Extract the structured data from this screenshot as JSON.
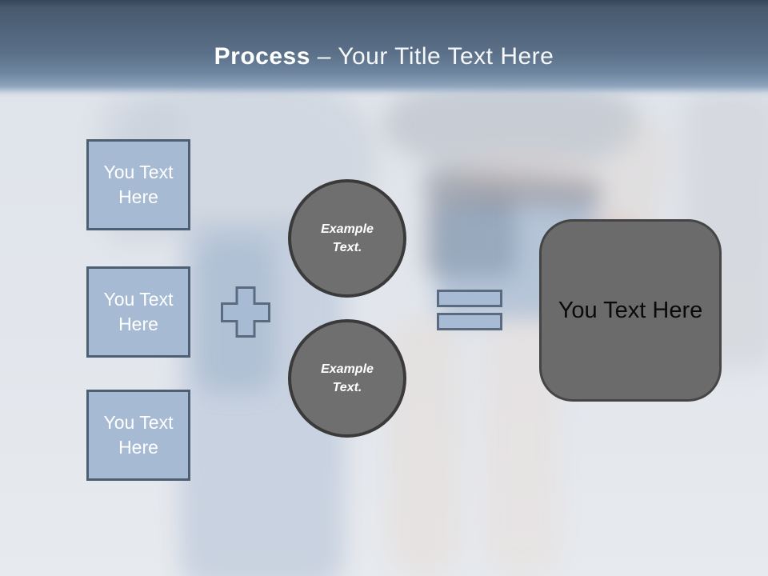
{
  "title": {
    "bold": "Process",
    "rest": "– Your Title Text Here"
  },
  "left_boxes": [
    {
      "label": "You Text\nHere"
    },
    {
      "label": "You Text\nHere"
    },
    {
      "label": "You Text\nHere"
    }
  ],
  "operators": [
    {
      "icon": "plus-icon"
    },
    {
      "icon": "equals-icon"
    }
  ],
  "circles": [
    {
      "label": "Example\nText."
    },
    {
      "label": "Example\nText."
    }
  ],
  "result_box": {
    "label": "You Text Here"
  },
  "colors": {
    "header_top": "#36465a",
    "header_mid": "#5b7089",
    "accent_fill": "#a6bbd3",
    "accent_border": "#4d5f73",
    "circle_fill": "#6f6f6f",
    "circle_border": "#3a3a3a",
    "result_fill": "#6b6b6b",
    "result_border": "#454545",
    "title_text": "#ffffff",
    "box_text": "#ffffff",
    "result_text": "#0a0a0a",
    "background": "#e2e6ec"
  }
}
